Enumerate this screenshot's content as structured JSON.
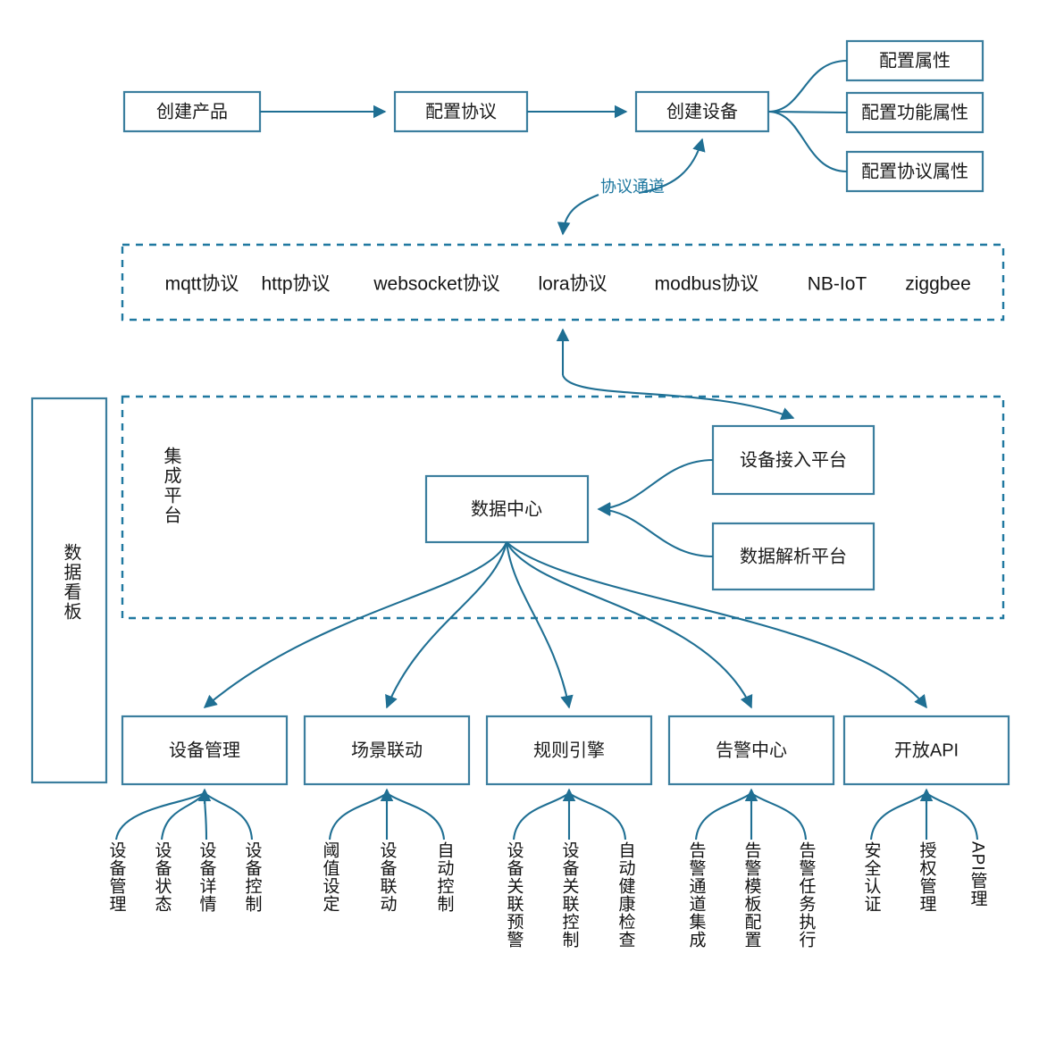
{
  "diagram": {
    "title": "IoT Platform Architecture Flow",
    "colors": {
      "box_border": "#3b7e9e",
      "dashed_border": "#1f78a0",
      "edge": "#1f6f93",
      "accent_text": "#1f78a0",
      "text": "#1a1a1a",
      "background": "#ffffff"
    },
    "flow_top": {
      "create_product": "创建产品",
      "config_protocol": "配置协议",
      "create_device": "创建设备",
      "device_attrs": [
        "配置属性",
        "配置功能属性",
        "配置协议属性"
      ]
    },
    "protocol_channel_label": "协议通道",
    "protocol_band": {
      "items": [
        "mqtt协议",
        "http协议",
        "websocket协议",
        "lora协议",
        "modbus协议",
        "NB-IoT",
        "ziggbee"
      ]
    },
    "dashboard_panel": {
      "label": "数据看板"
    },
    "integration_platform": {
      "label": "集成平台",
      "data_center": "数据中心",
      "device_access_platform": "设备接入平台",
      "data_parse_platform": "数据解析平台"
    },
    "modules": [
      {
        "name": "设备管理",
        "leaves": [
          "设备管理",
          "设备状态",
          "设备详情",
          "设备控制"
        ]
      },
      {
        "name": "场景联动",
        "leaves": [
          "阈值设定",
          "设备联动",
          "自动控制"
        ]
      },
      {
        "name": "规则引擎",
        "leaves": [
          "设备关联预警",
          "设备关联控制",
          "自动健康检查"
        ]
      },
      {
        "name": "告警中心",
        "leaves": [
          "告警通道集成",
          "告警模板配置",
          "告警任务执行"
        ]
      },
      {
        "name": "开放API",
        "leaves": [
          "安全认证",
          "授权管理",
          "API管理"
        ]
      }
    ]
  }
}
